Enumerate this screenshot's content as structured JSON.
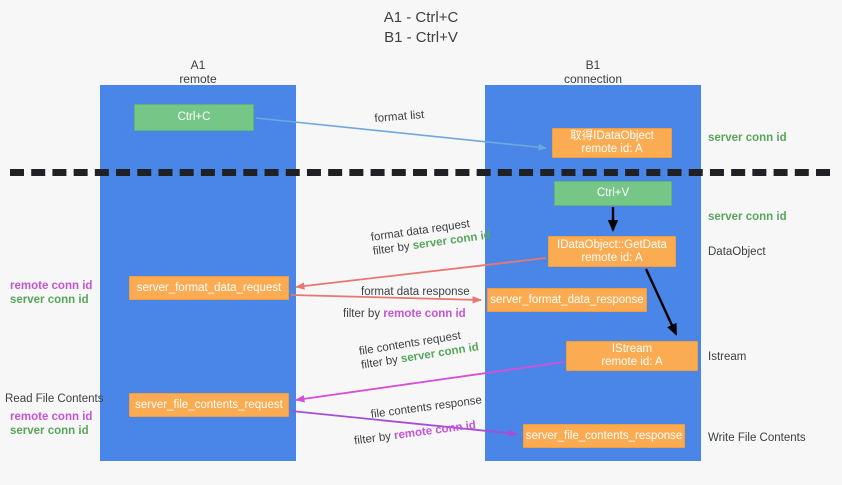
{
  "title": {
    "line1": "A1 - Ctrl+C",
    "line2": "B1 - Ctrl+V"
  },
  "lanes": [
    {
      "id": "a1",
      "name": "A1",
      "role": "remote"
    },
    {
      "id": "b1",
      "name": "B1",
      "role": "connection"
    }
  ],
  "nodes": {
    "ctrl_c": {
      "line1": "Ctrl+C",
      "line2": ""
    },
    "idataobject": {
      "line1": "取得IDataObject",
      "line2": "remote id: A"
    },
    "ctrl_v": {
      "line1": "Ctrl+V",
      "line2": ""
    },
    "getdata": {
      "line1": "IDataObject::GetData",
      "line2": "remote id: A"
    },
    "format_data_request": {
      "line1": "server_format_data_request",
      "line2": ""
    },
    "format_data_response": {
      "line1": "server_format_data_response",
      "line2": ""
    },
    "istream": {
      "line1": "IStream",
      "line2": "remote id: A"
    },
    "file_contents_request": {
      "line1": "server_file_contents_request",
      "line2": ""
    },
    "file_contents_response": {
      "line1": "server_file_contents_response",
      "line2": ""
    }
  },
  "edge_labels": {
    "format_list": {
      "text": "format list"
    },
    "format_data_request": {
      "line1": "format data request",
      "filter_prefix": "filter by ",
      "filter_key": "server conn id"
    },
    "format_data_response": {
      "line1": "format data response",
      "filter_prefix": "filter by ",
      "filter_key": "remote conn id"
    },
    "file_contents_request": {
      "line1": "file contents request",
      "filter_prefix": "filter by ",
      "filter_key": "server conn id"
    },
    "file_contents_response": {
      "line1": "file contents response",
      "filter_prefix": "filter by ",
      "filter_key": "remote conn id"
    }
  },
  "right_labels": {
    "server_conn_id_top": "server conn id",
    "server_conn_id_mid": "server conn id",
    "data_object": "DataObject",
    "istream": "Istream",
    "write_file_contents": "Write File Contents"
  },
  "left_labels": {
    "format_remote": "remote conn id",
    "format_server": "server conn id",
    "read_file_contents": "Read File Contents",
    "file_remote": "remote conn id",
    "file_server": "server conn id"
  },
  "colors": {
    "lane": "#4a86e8",
    "green_node": "#76c787",
    "orange_node": "#fbab51",
    "server_conn_id": "#58a65c",
    "remote_conn_id": "#c355d6",
    "arrow_blue": "#6fa8dc",
    "arrow_red": "#e8786e",
    "arrow_magenta": "#d64fd6",
    "arrow_purple": "#a64fd6",
    "arrow_black": "#000000",
    "background": "#f7f7f7"
  }
}
